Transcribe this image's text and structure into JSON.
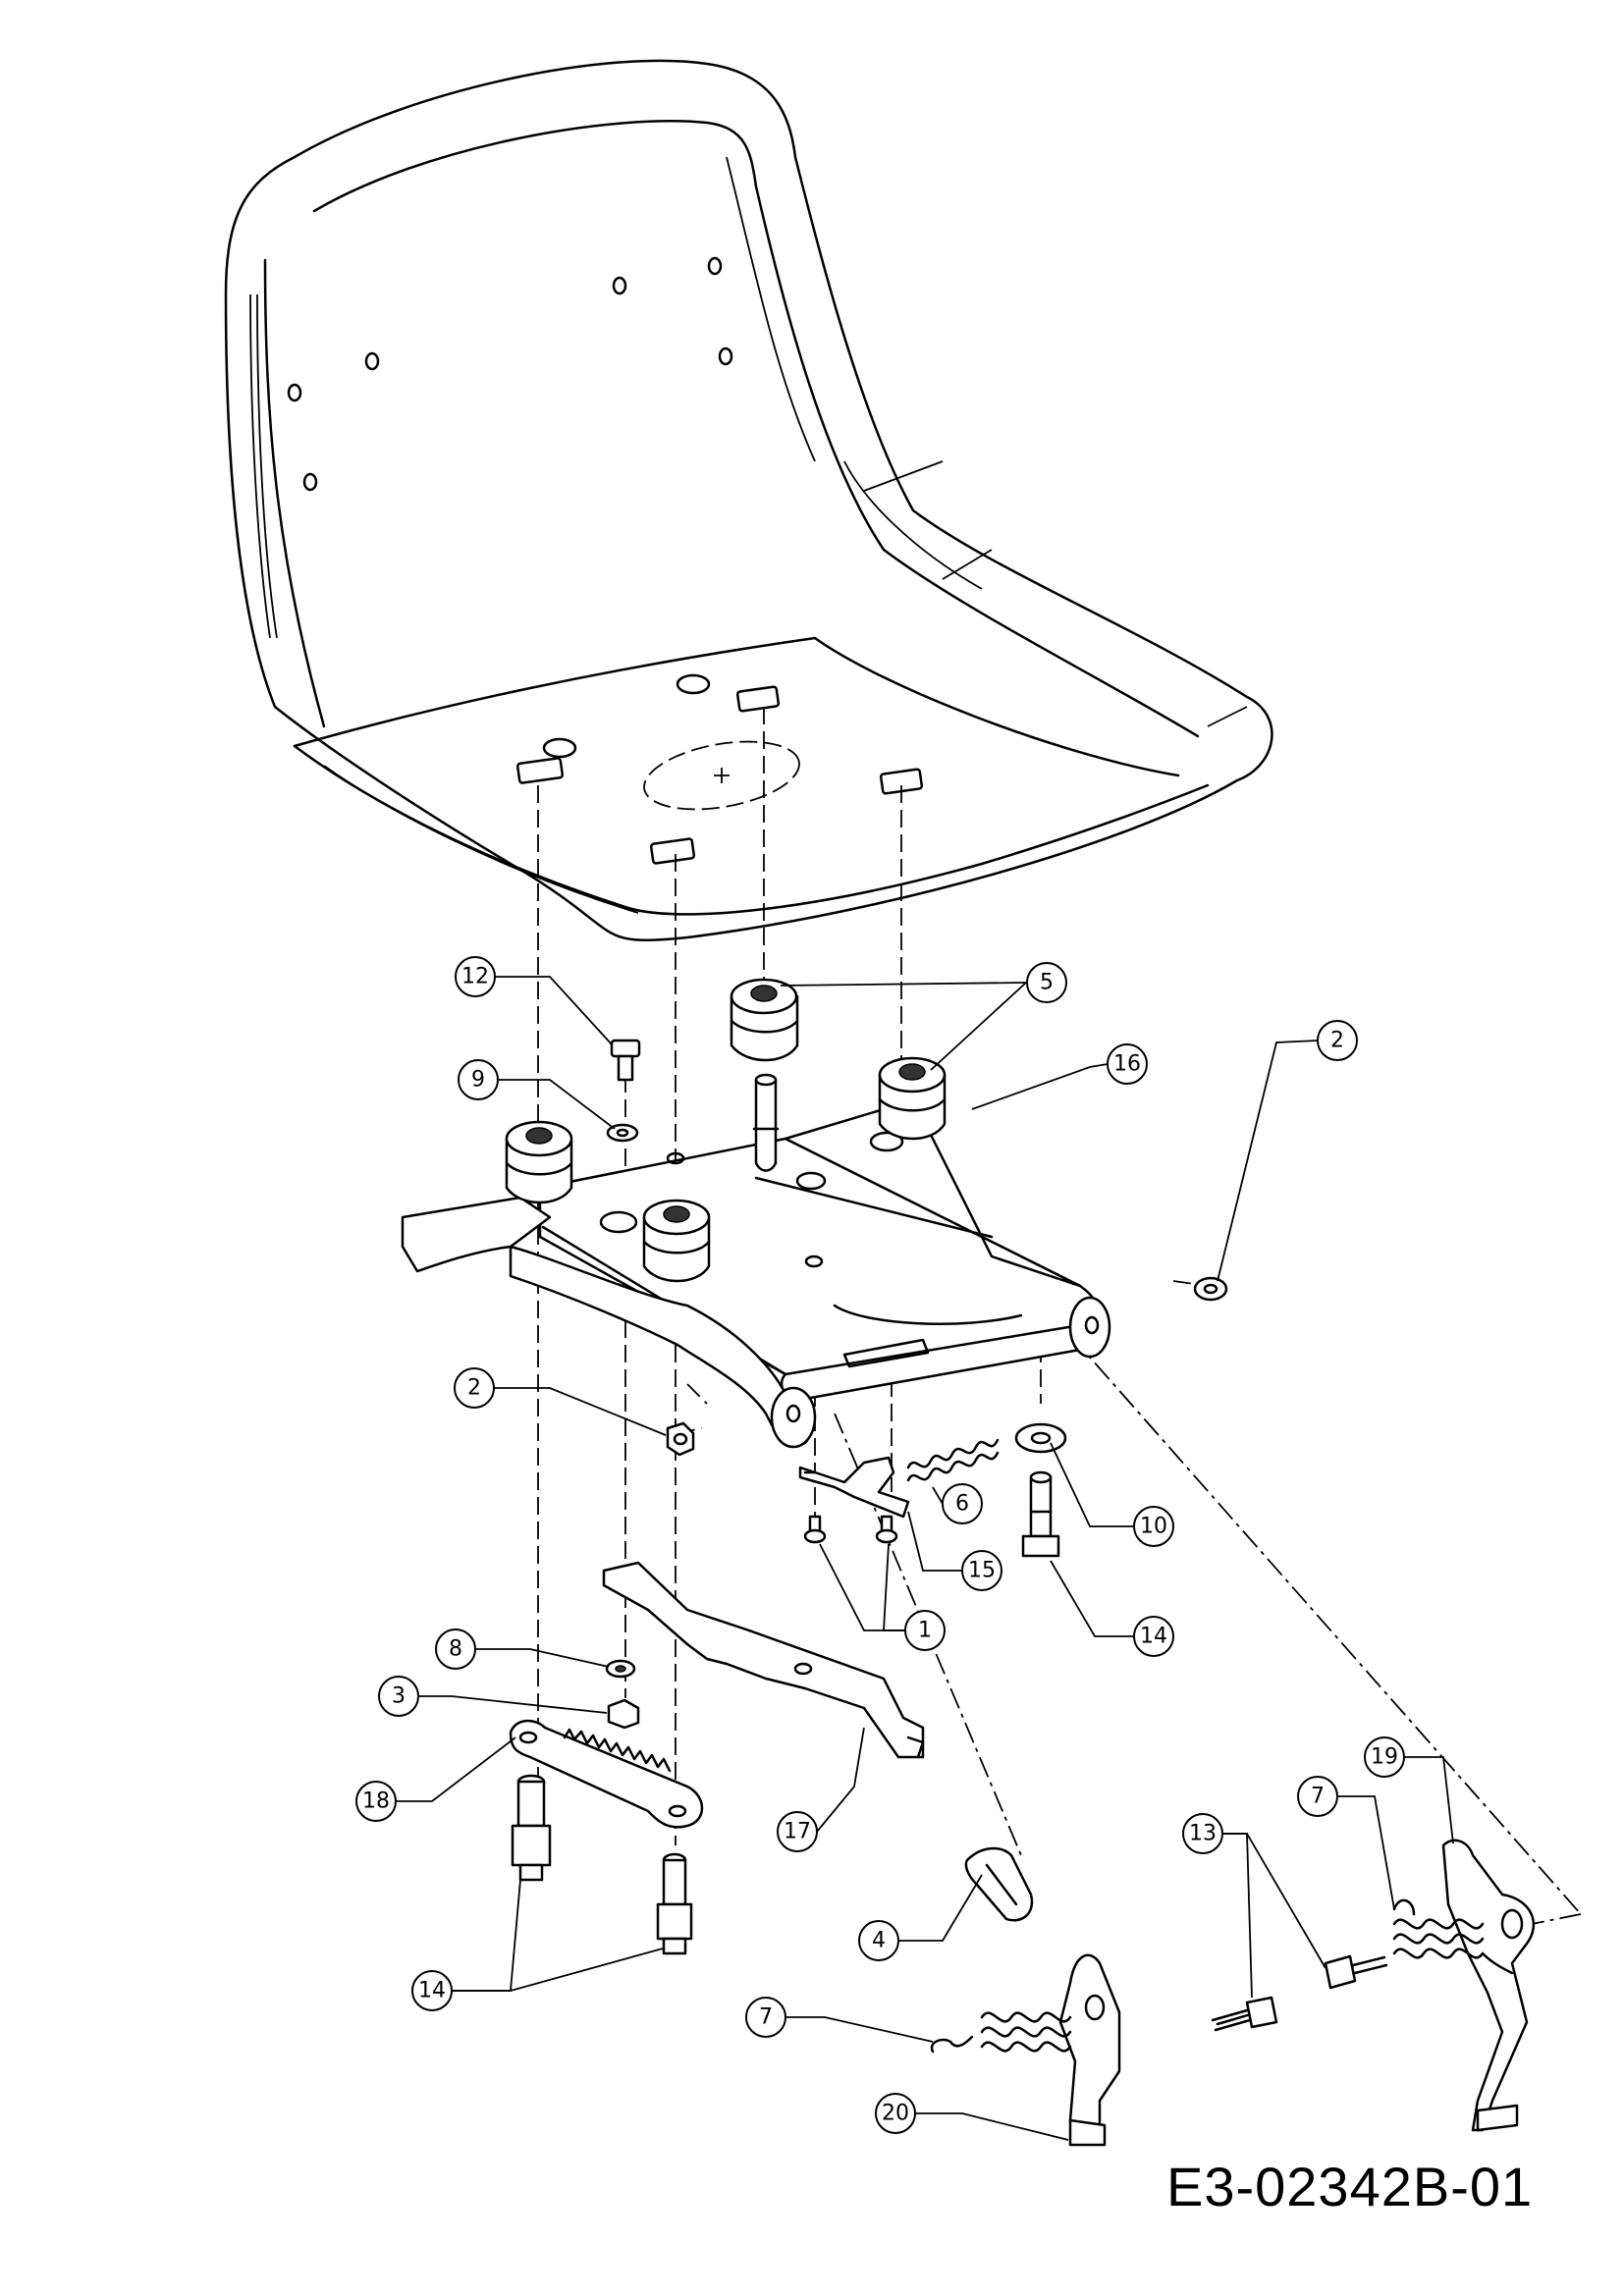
{
  "document_code": "E3-02342B-01",
  "callouts": [
    {
      "id": "c12",
      "label": "12"
    },
    {
      "id": "c9",
      "label": "9"
    },
    {
      "id": "c5",
      "label": "5"
    },
    {
      "id": "c16",
      "label": "16"
    },
    {
      "id": "c2a",
      "label": "2"
    },
    {
      "id": "c2b",
      "label": "2"
    },
    {
      "id": "c6",
      "label": "6"
    },
    {
      "id": "c10",
      "label": "10"
    },
    {
      "id": "c15",
      "label": "15"
    },
    {
      "id": "c1",
      "label": "1"
    },
    {
      "id": "c14a",
      "label": "14"
    },
    {
      "id": "c8",
      "label": "8"
    },
    {
      "id": "c3",
      "label": "3"
    },
    {
      "id": "c18",
      "label": "18"
    },
    {
      "id": "c17",
      "label": "17"
    },
    {
      "id": "c19",
      "label": "19"
    },
    {
      "id": "c7a",
      "label": "7"
    },
    {
      "id": "c13",
      "label": "13"
    },
    {
      "id": "c4",
      "label": "4"
    },
    {
      "id": "c14b",
      "label": "14"
    },
    {
      "id": "c7b",
      "label": "7"
    },
    {
      "id": "c20",
      "label": "20"
    }
  ]
}
